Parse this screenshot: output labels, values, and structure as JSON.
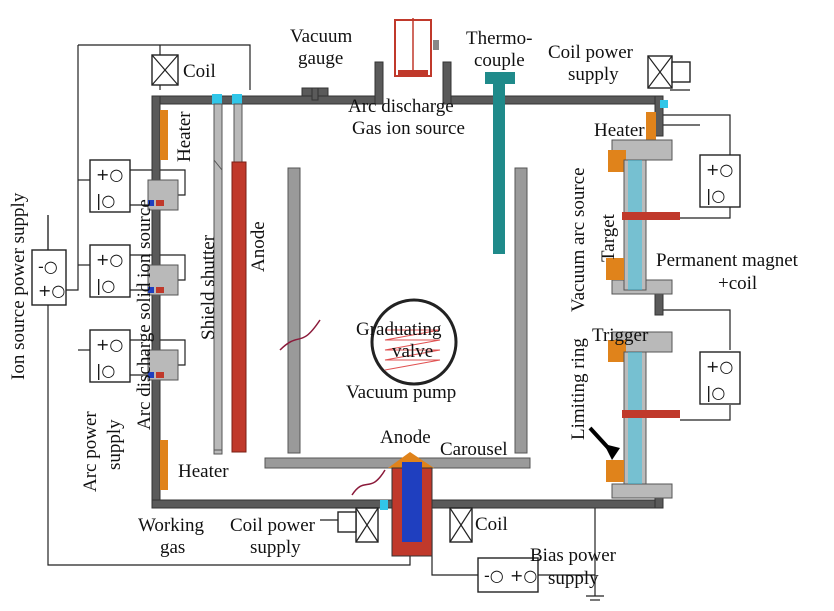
{
  "labels": {
    "coil_top": "Coil",
    "vacuum_gauge_1": "Vacuum",
    "vacuum_gauge_2": "gauge",
    "thermocouple_1": "Thermo-",
    "thermocouple_2": "couple",
    "coil_power_top_1": "Coil power",
    "coil_power_top_2": "supply",
    "arc_gas_1": "Arc discharge",
    "arc_gas_2": "Gas ion source",
    "heater_left_top": "Heater",
    "heater_right": "Heater",
    "heater_left_bottom": "Heater",
    "ion_source_ps": "Ion source power supply",
    "arc_solid": "Arc discharge solid ion source",
    "shield_shutter": "Shield shutter",
    "anode_left": "Anode",
    "vacuum_arc_source": "Vacuum arc source",
    "target": "Target",
    "permanent_magnet_1": "Permanent magnet",
    "permanent_magnet_2": "+coil",
    "graduating_1": "Graduating",
    "graduating_2": "valve",
    "vacuum_pump": "Vacuum pump",
    "trigger": "Trigger",
    "limiting_ring": "Limiting ring",
    "arc_ps_1": "Arc power",
    "arc_ps_2": "supply",
    "anode_bottom": "Anode",
    "carousel": "Carousel",
    "working_gas_1": "Working",
    "working_gas_2": "gas",
    "coil_power_bottom_1": "Coil power",
    "coil_power_bottom_2": "supply",
    "coil_bottom": "Coil",
    "bias_ps_1": "Bias power",
    "bias_ps_2": "supply"
  },
  "symbols": {
    "plus": "+",
    "minus": "-",
    "terminal_plus": "+○",
    "terminal_minus": "|○",
    "minus_terminal": "-○",
    "plus_terminal": "+○"
  },
  "colors": {
    "wall": "#5a5a5a",
    "anode_red": "#c0392b",
    "teal": "#1f8a8a",
    "cyan": "#31c6e8",
    "orange": "#e0831b",
    "blue": "#1f3fbf",
    "hatch_red": "#e05050"
  }
}
